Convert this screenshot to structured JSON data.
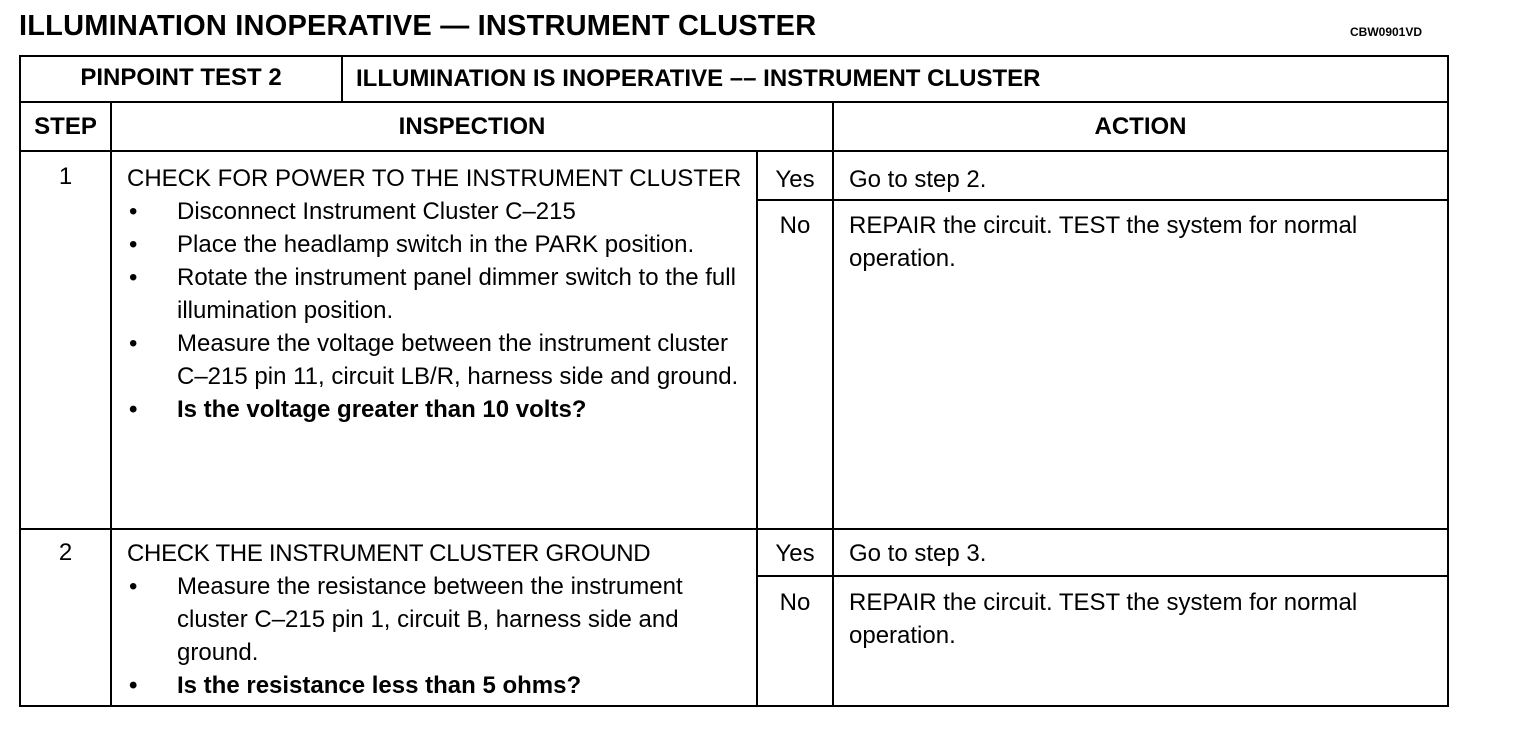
{
  "doc": {
    "title": "ILLUMINATION INOPERATIVE — INSTRUMENT CLUSTER",
    "code": "CBW0901VD",
    "test_label": "PINPOINT TEST 2",
    "test_title": "ILLUMINATION IS INOPERATIVE –– INSTRUMENT CLUSTER",
    "headers": {
      "step": "STEP",
      "inspection": "INSPECTION",
      "action": "ACTION"
    },
    "steps": [
      {
        "number": "1",
        "heading": "CHECK FOR POWER TO THE INSTRUMENT CLUSTER",
        "bullets": [
          "Disconnect Instrument Cluster C–215",
          "Place the headlamp switch in the PARK position.",
          "Rotate the instrument panel dimmer switch to the full illumination position.",
          "Measure the voltage between the instrument cluster C–215 pin 11, circuit LB/R, harness side and ground."
        ],
        "question": "Is the voltage greater than 10 volts?",
        "yes_label": "Yes",
        "yes_action": "Go to step 2.",
        "no_label": "No",
        "no_action": "REPAIR the circuit.  TEST the system for normal operation."
      },
      {
        "number": "2",
        "heading": "CHECK THE INSTRUMENT CLUSTER GROUND",
        "bullets": [
          "Measure the resistance between the instrument cluster C–215 pin 1, circuit B, harness side and ground."
        ],
        "question": "Is the resistance less than 5 ohms?",
        "yes_label": "Yes",
        "yes_action": "Go to step 3.",
        "no_label": "No",
        "no_action": "REPAIR the circuit.  TEST the system for normal operation."
      }
    ]
  }
}
